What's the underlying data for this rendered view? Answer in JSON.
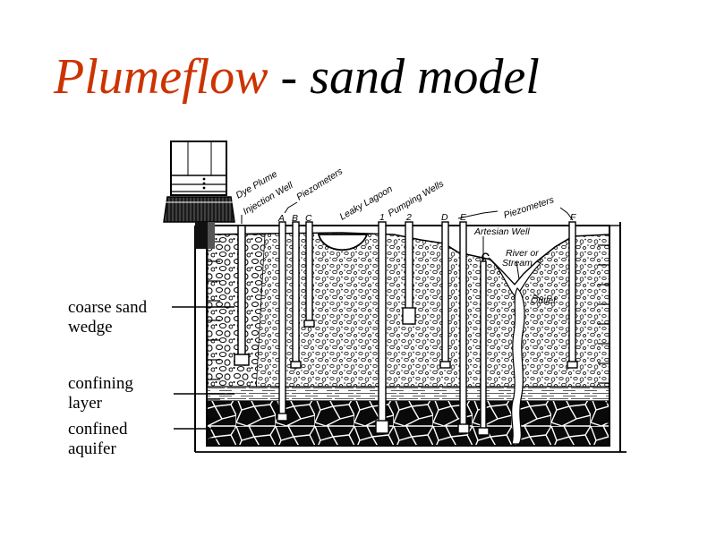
{
  "title": {
    "accent": "Plumeflow",
    "rest": " - sand model"
  },
  "colors": {
    "accent": "#cc3300",
    "ink": "#000000",
    "background": "#ffffff"
  },
  "side_labels": {
    "coarse": [
      "coarse sand",
      "wedge"
    ],
    "confining": [
      "confining",
      "layer"
    ],
    "confined": [
      "confined",
      "aquifer"
    ]
  },
  "diagram": {
    "labels": {
      "dye_plume": "Dye Plume",
      "injection_well": "Injection Well",
      "piezometers_left": "Piezometers",
      "leaky_lagoon": "Leaky Lagoon",
      "pumping_wells": "Pumping Wells",
      "piezometers_right": "Piezometers",
      "artesian_well": "Artesian Well",
      "river_1": "River or",
      "river_2": "Stream",
      "outlet": "Outlet",
      "A": "A",
      "B": "B",
      "C": "C",
      "w1": "1",
      "w2": "2",
      "D": "D",
      "E": "E",
      "F": "F"
    }
  }
}
